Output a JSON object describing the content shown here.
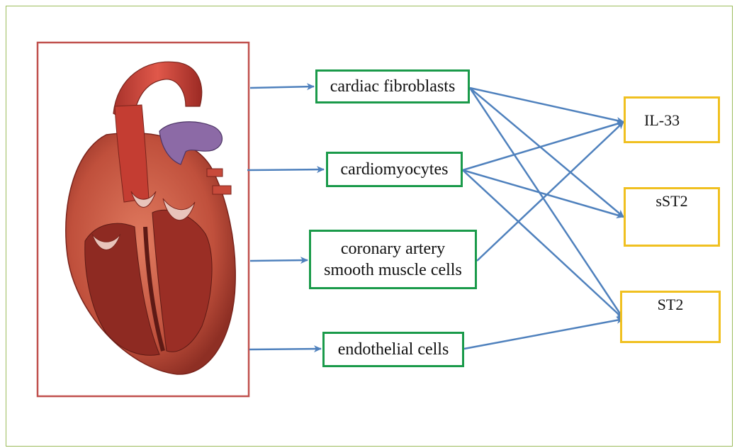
{
  "cells": [
    {
      "id": "fibro",
      "label": "cardiac fibroblasts"
    },
    {
      "id": "cardio",
      "label": "cardiomyocytes"
    },
    {
      "id": "smooth",
      "line1": "coronary artery",
      "line2": "smooth muscle cells"
    },
    {
      "id": "endo",
      "label": "endothelial cells"
    }
  ],
  "molecules": [
    {
      "id": "il33",
      "label": "IL-33"
    },
    {
      "id": "sst2",
      "label": "sST2"
    },
    {
      "id": "st2",
      "label": "ST2"
    }
  ],
  "colors": {
    "cell_border": "#1a9a4a",
    "molecule_border": "#f0c020",
    "arrow": "#4f81bd",
    "heart_frame": "#c0504d",
    "il33_dot": "#c0504d",
    "receptor_fill": "#b4a7d6",
    "receptor_stroke": "#5b4a8c"
  }
}
